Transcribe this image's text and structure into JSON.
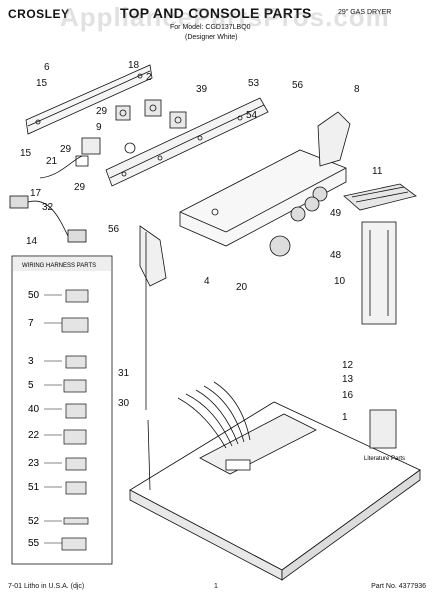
{
  "header": {
    "brand": "CROSLEY",
    "title": "TOP AND CONSOLE PARTS",
    "dryer_type": "29\" GAS DRYER",
    "model_line": "For Model: CGD137LBQ0",
    "model_sub": "(Designer White)",
    "watermark": "AppliancePartsPros.com"
  },
  "parts_box": {
    "title": "WIRING HARNESS PARTS",
    "items": [
      "50",
      "7",
      "3",
      "5",
      "40",
      "22",
      "23",
      "51",
      "52",
      "55"
    ]
  },
  "callouts": [
    "6",
    "18",
    "2",
    "29",
    "39",
    "53",
    "56",
    "8",
    "15",
    "9",
    "54",
    "21",
    "15",
    "29",
    "11",
    "17",
    "29",
    "32",
    "49",
    "14",
    "56",
    "48",
    "4",
    "20",
    "10",
    "31",
    "12",
    "30",
    "13",
    "16",
    "1"
  ],
  "literature_label": "Literature Parts",
  "footer": {
    "left": "7-01 Litho in U.S.A. (djc)",
    "page": "1",
    "part_no": "Part No. 4377936"
  }
}
